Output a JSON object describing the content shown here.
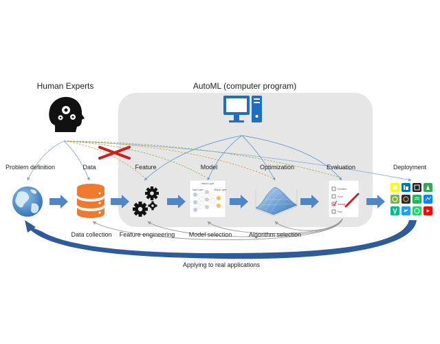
{
  "human_experts": "Human Experts",
  "automl_title": "AutoML (computer program)",
  "stages": [
    {
      "label": "Problem definition"
    },
    {
      "label": "Data"
    },
    {
      "label": "Feature"
    },
    {
      "label": "Model"
    },
    {
      "label": "Optimization"
    },
    {
      "label": "Evaluation"
    },
    {
      "label": "Deployment"
    }
  ],
  "bottom_labels": {
    "data_collection": "Data collection",
    "feature_engineering": "Feature engineering",
    "model_selection": "Model selection",
    "algorithm_selection": "Algorithm selection"
  },
  "applying": "Applying to real applications",
  "evaluation_items": [
    "Excellent",
    "Good",
    "Average",
    "Poor"
  ],
  "model_panel_labels": [
    "Hidden Layer",
    "Input Layer",
    "Output Layer"
  ],
  "colors": {
    "automl_box": "#e6e6e6",
    "arrow_blue": "#4e86c8",
    "dark_blue": "#2e5b9a",
    "monitor": "#1f6fc1",
    "globe": "#3f86c6",
    "database": "#ef7a2e",
    "red_x": "#cc1f1f",
    "dashed_green": "#8fb04a",
    "dashed_orange": "#e09a3c",
    "thin_blue": "#8ab0d9",
    "gray_return": "#9a9a9a"
  },
  "icons": [
    "head-gears-icon",
    "computer-icon",
    "globe-icon",
    "database-icon",
    "gears-icon",
    "neural-net-icon",
    "surface-plot-icon",
    "checklist-icon",
    "app-icons-grid"
  ]
}
